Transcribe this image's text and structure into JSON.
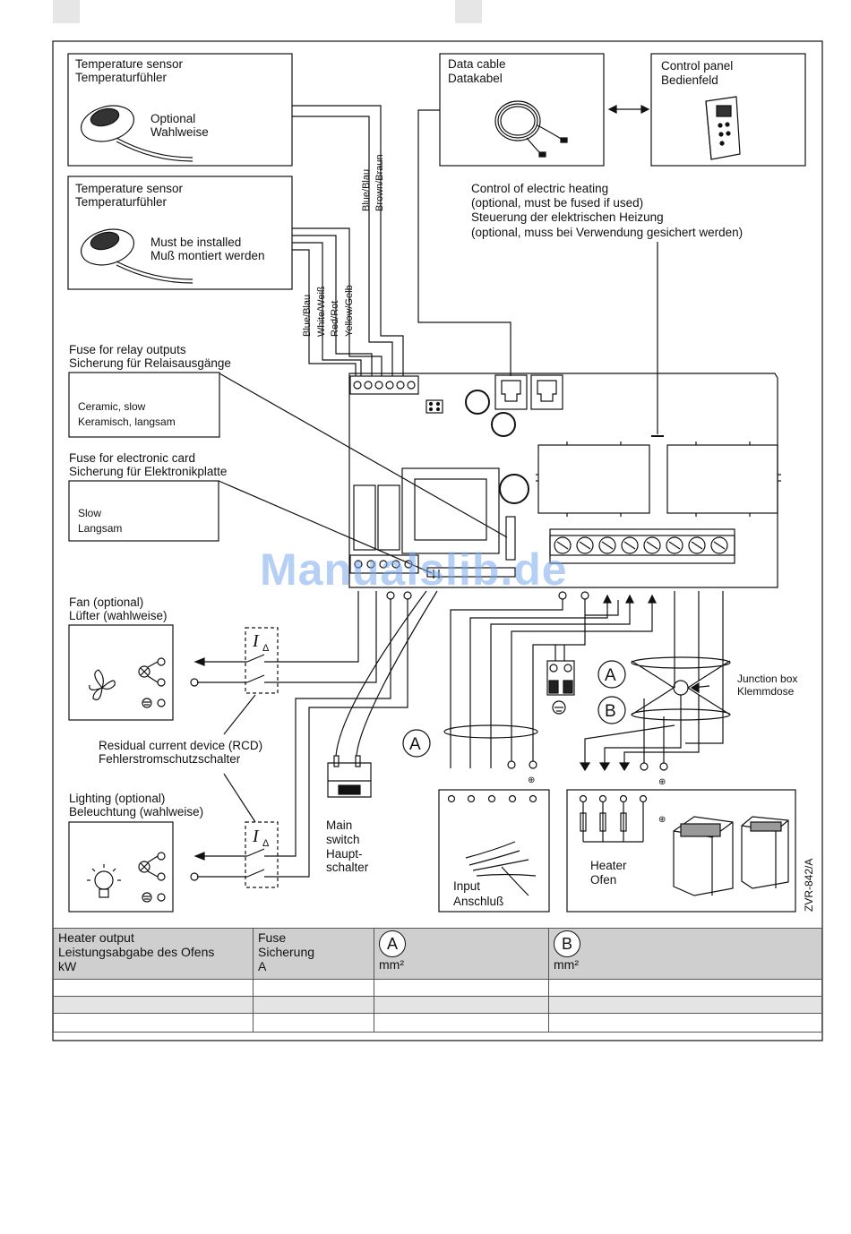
{
  "sensor_optional": {
    "title_en": "Temperature sensor",
    "title_de": "Temperaturfühler",
    "note_en": "Optional",
    "note_de": "Wahlweise"
  },
  "sensor_required": {
    "title_en": "Temperature sensor",
    "title_de": "Temperaturfühler",
    "note_en": "Must be installed",
    "note_de": "Muß montiert werden"
  },
  "data_cable": {
    "en": "Data cable",
    "de": "Datakabel"
  },
  "control_panel": {
    "en": "Control panel",
    "de": "Bedienfeld"
  },
  "electric_heating": {
    "line1": "Control of electric heating",
    "line2": "(optional, must be fused if used)",
    "line3": "Steuerung der elektrischen Heizung",
    "line4": "(optional, muss bei Verwendung gesichert werden)"
  },
  "wire_colors_top": [
    "Blue/Blau",
    "Brown/Braun"
  ],
  "wire_colors_sensor": [
    "Blue/Blau",
    "White/Weiß",
    "Red/Rot",
    "Yellow/Gelb"
  ],
  "fuse_relay": {
    "title_en": "Fuse for relay outputs",
    "title_de": "Sicherung für Relaisausgänge",
    "type_en": "Ceramic, slow",
    "type_de": "Keramisch, langsam"
  },
  "fuse_card": {
    "title_en": "Fuse for electronic card",
    "title_de": "Sicherung für Elektronikplatte",
    "type_en": "Slow",
    "type_de": "Langsam"
  },
  "fan": {
    "en": "Fan (optional)",
    "de": "Lüfter (wahlweise)"
  },
  "rcd": {
    "en": "Residual current device (RCD)",
    "de": "Fehlerstromschutzschalter"
  },
  "lighting": {
    "en": "Lighting (optional)",
    "de": "Beleuchtung (wahlweise)"
  },
  "main_switch": {
    "l1": "Main",
    "l2": "switch",
    "l3": "Haupt-",
    "l4": "schalter"
  },
  "input": {
    "en": "Input",
    "de": "Anschluß"
  },
  "heater": {
    "en": "Heater",
    "de": "Ofen"
  },
  "junction_box": {
    "en": "Junction box",
    "de": "Klemmdose"
  },
  "marker_a": "A",
  "marker_b": "B",
  "rcd_symbol": "I",
  "rcd_sub": "Δ",
  "figure_code": "ZVR-842/A",
  "watermark": "Manualslib.de",
  "table": {
    "col1": {
      "l1": "Heater output",
      "l2": "Leistungsabgabe des Ofens",
      "l3": "kW"
    },
    "col2": {
      "l1": "Fuse",
      "l2": "Sicherung",
      "l3": "A"
    },
    "col3": {
      "marker": "A",
      "unit": "mm²"
    },
    "col4": {
      "marker": "B",
      "unit": "mm²"
    }
  }
}
